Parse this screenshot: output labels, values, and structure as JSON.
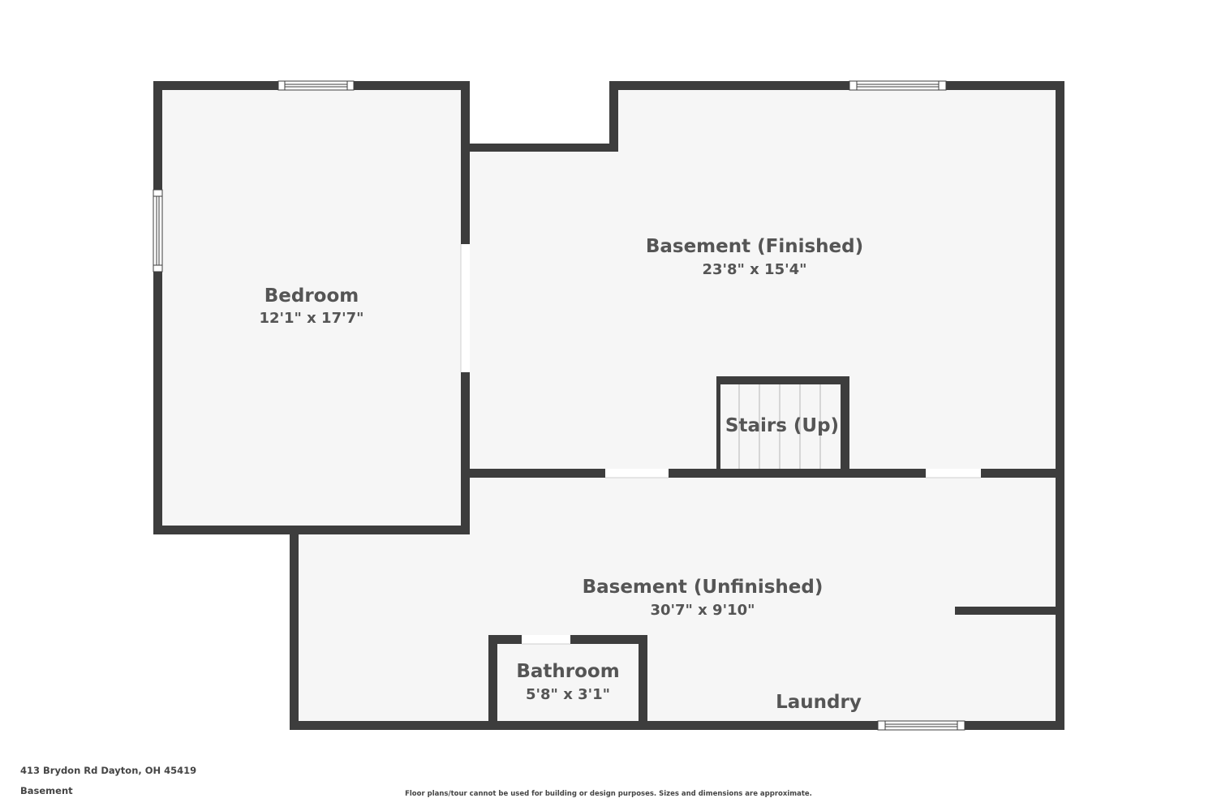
{
  "rooms": {
    "bedroom": {
      "name": "Bedroom",
      "dims": "12'1\" x 17'7\""
    },
    "basement_finished": {
      "name": "Basement (Finished)",
      "dims": "23'8\" x 15'4\""
    },
    "stairs": {
      "name": "Stairs (Up)"
    },
    "basement_unfinished": {
      "name": "Basement (Unfinished)",
      "dims": "30'7\" x 9'10\""
    },
    "bathroom": {
      "name": "Bathroom",
      "dims": "5'8\" x 3'1\""
    },
    "laundry": {
      "name": "Laundry"
    }
  },
  "footer": {
    "address": "413 Brydon Rd Dayton, OH 45419",
    "level": "Basement",
    "disclaimer": "Floor plans/tour cannot be used for building or design purposes. Sizes and dimensions are approximate."
  },
  "colors": {
    "wall": "#3d3d3d",
    "floor": "#f6f6f6",
    "label": "#555555",
    "opening": "#ffffff"
  }
}
